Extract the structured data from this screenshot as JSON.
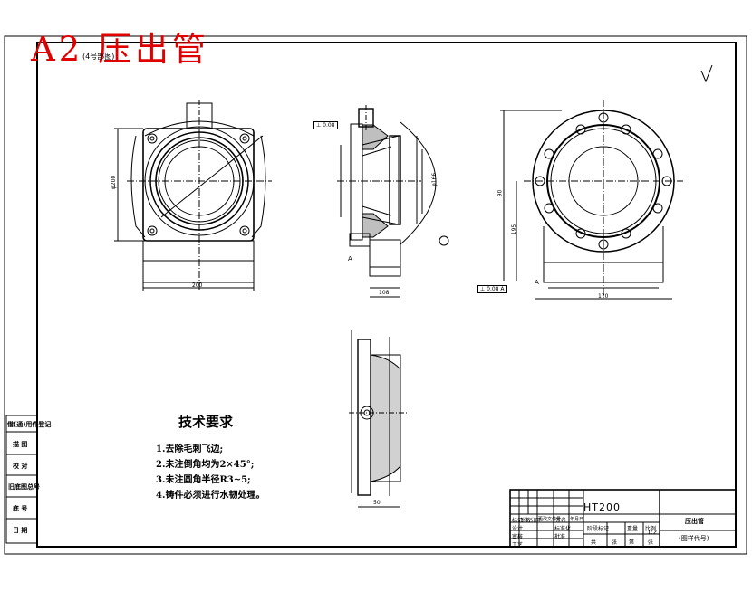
{
  "overlay_title": "A2 压出管",
  "top_left_code": "(4号部图)",
  "roughness_mark": "√",
  "tech_requirements": {
    "title": "技术要求",
    "items": [
      "1.去除毛刺飞边;",
      "2.未注倒角均为2×45°;",
      "3.未注圆角半径R3~5;",
      "4.铸件必须进行水韧处理。"
    ]
  },
  "side_stamps": [
    "借(通)用件登记",
    "描 图",
    "校 对",
    "旧底图总号",
    "底 号",
    "日 期"
  ],
  "title_block": {
    "material": "HT200",
    "part_name": "压出管",
    "drawing_code": "(图样代号)",
    "scale": "1:2",
    "labels": [
      "标记",
      "处数",
      "分区",
      "更改文件号",
      "签名",
      "年月日",
      "设计",
      "标准化",
      "阶段标记",
      "重量",
      "比例",
      "审核",
      "工艺",
      "批准",
      "共",
      "张",
      "第",
      "张"
    ]
  },
  "tolerance_frames": [
    "⊥ 0.08",
    "⊥ 0.08 A"
  ],
  "datum_labels": [
    "A",
    "A"
  ],
  "dimensions": [
    "φ166",
    "φ200",
    "200",
    "108",
    "170",
    "90",
    "195",
    "50"
  ]
}
